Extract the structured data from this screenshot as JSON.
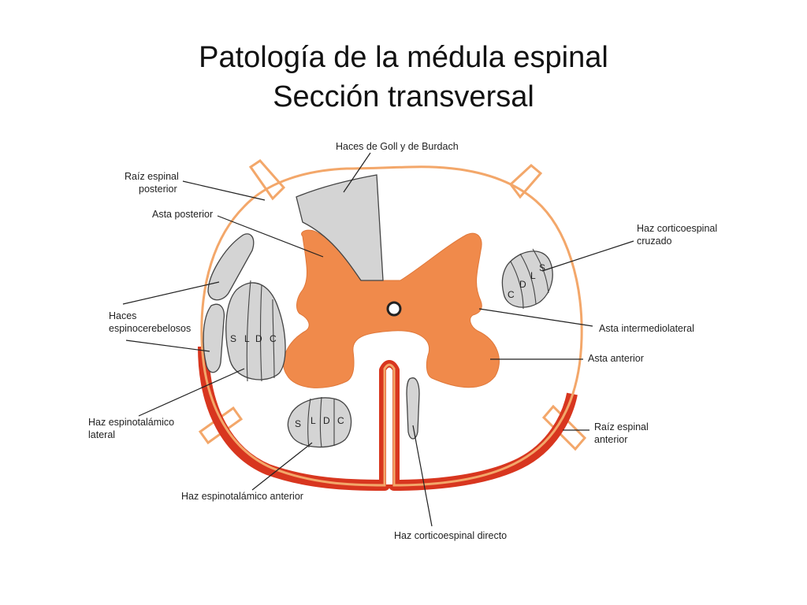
{
  "title": {
    "line1": "Patología de la médula espinal",
    "line2": "Sección transversal"
  },
  "labels": {
    "goll_burdach": "Haces de Goll y de Burdach",
    "raiz_posterior_1": "Raíz espinal",
    "raiz_posterior_2": "posterior",
    "asta_posterior": "Asta posterior",
    "espinocerebelosos_1": "Haces",
    "espinocerebelosos_2": "espinocerebelosos",
    "espinotalamico_lateral_1": "Haz espinotalámico",
    "espinotalamico_lateral_2": "lateral",
    "espinotalamico_anterior": "Haz espinotalámico anterior",
    "corticoespinal_directo": "Haz corticoespinal directo",
    "corticoespinal_cruzado_1": "Haz corticoespinal",
    "corticoespinal_cruzado_2": "cruzado",
    "asta_intermediolateral": "Asta intermediolateral",
    "asta_anterior": "Asta anterior",
    "raiz_anterior_1": "Raíz espinal",
    "raiz_anterior_2": "anterior"
  },
  "segments": {
    "lateral": [
      "S",
      "L",
      "D",
      "C"
    ],
    "anterior": [
      "S",
      "L",
      "D",
      "C"
    ],
    "cruzado": [
      "C",
      "D",
      "L",
      "S"
    ]
  },
  "colors": {
    "gray_matter": "#f08a4b",
    "outline": "#f3a76a",
    "tract_gray": "#d4d4d4",
    "red_band": "#d8361f"
  }
}
